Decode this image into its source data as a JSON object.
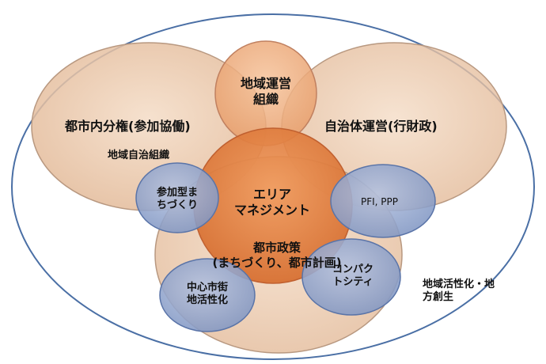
{
  "labels": {
    "region_revitalization": "地域活性化・地方創生",
    "region_revitalization_line1": "地域活性化・地",
    "region_revitalization_line2": "方創生",
    "urban_decentralization": "都市内分権(参加協働)",
    "local_autonomy_org": "地域自治組織",
    "local_gov_management": "自治体運営(行財政)",
    "regional_management_org_line1": "地域運営",
    "regional_management_org_line2": "組織",
    "area_management_line1": "エリア",
    "area_management_line2": "マネジメント",
    "urban_policy_line1": "都市政策",
    "urban_policy_line2": "(まちづくり、都市計画)",
    "participatory_town_dev_line1": "参加型ま",
    "participatory_town_dev_line2": "ちづくり",
    "pfi_ppp": "PFI, PPP",
    "compact_city_line1": "コンパク",
    "compact_city_line2": "トシティ",
    "downtown_revitalization_line1": "中心市街",
    "downtown_revitalization_line2": "地活性化"
  },
  "colors": {
    "outer_stroke": "#4a6fa5",
    "tan_fill": "#e8c4a6",
    "tan_stroke": "#b89880",
    "orange_fill": "#e07a3a",
    "orange_light": "#f2b48a",
    "blue_fill": "#8fa3cc",
    "blue_stroke": "#5a74a8"
  }
}
